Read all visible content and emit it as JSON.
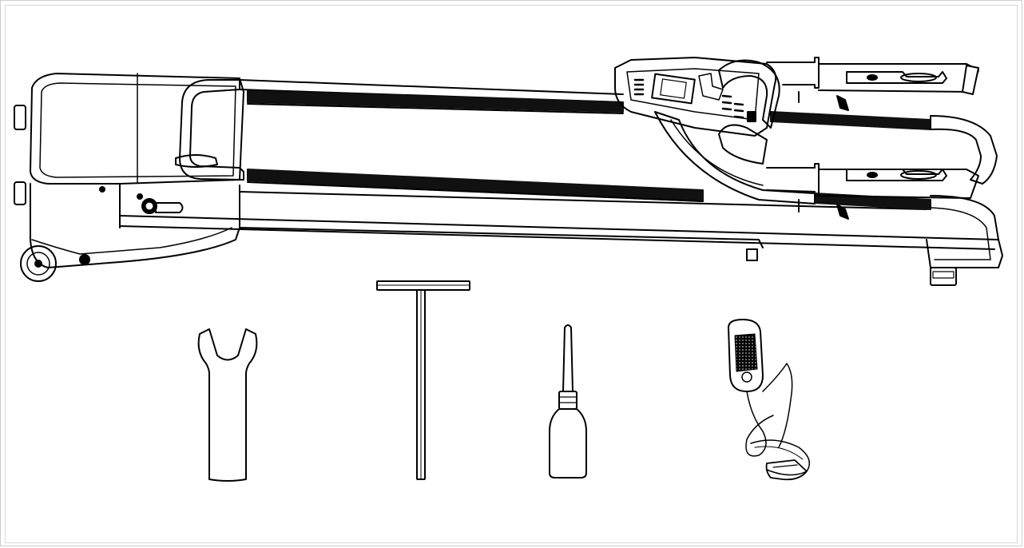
{
  "figure": {
    "items": [
      {
        "id": "treadmill",
        "icon": "treadmill-folded-icon"
      },
      {
        "id": "wrench",
        "icon": "open-end-wrench-icon"
      },
      {
        "id": "t-allen-key",
        "icon": "t-allen-key-icon"
      },
      {
        "id": "oil-bottle",
        "icon": "lubricant-bottle-icon"
      },
      {
        "id": "safety-key",
        "icon": "safety-key-clip-icon"
      }
    ],
    "colors": {
      "line": "#000000",
      "belt": "#111111",
      "frame": "#cfcfcf",
      "background": "#ffffff"
    }
  }
}
